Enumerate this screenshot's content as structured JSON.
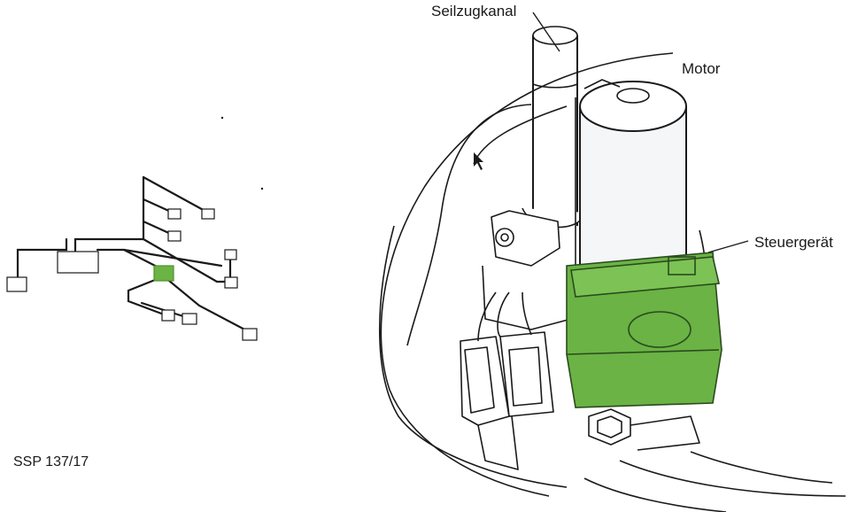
{
  "labels": {
    "cable_channel": "Seilzugkanal",
    "motor": "Motor",
    "control_unit": "Steuergerät",
    "figure_id": "SSP 137/17"
  },
  "colors": {
    "highlight_green": "#6ab344",
    "highlight_green_dark": "#4f8f30",
    "line": "#1a1a1a",
    "motor_fill": "#f4f6f8",
    "paper": "#ffffff"
  },
  "icons": {
    "wiring_overview": "wiring-harness-diagram",
    "mechanism": "window-regulator-motor-assembly"
  }
}
